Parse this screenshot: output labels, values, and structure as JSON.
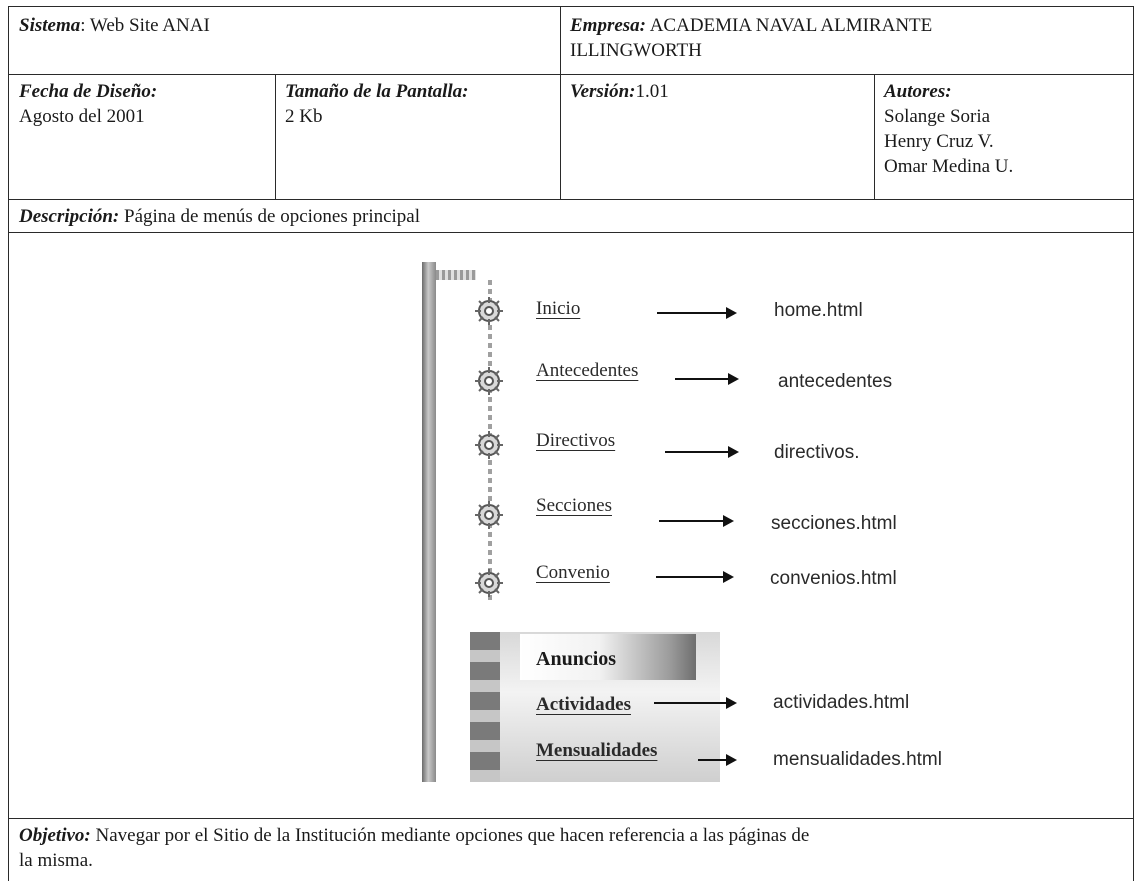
{
  "header": {
    "sistema": {
      "label": "Sistema",
      "value": ": Web Site ANAI"
    },
    "empresa": {
      "label": "Empresa:",
      "value": " ACADEMIA NAVAL ALMIRANTE",
      "value_line2": "ILLINGWORTH"
    }
  },
  "info": {
    "fecha": {
      "label": "Fecha de Diseño:",
      "value": "Agosto del 2001"
    },
    "tamano": {
      "label": "Tamaño de la Pantalla:",
      "value": "2 Kb"
    },
    "version": {
      "label": "Versión:",
      "value": "1.01"
    },
    "autores": {
      "label": "Autores:",
      "names": [
        "Solange Soria",
        "Henry Cruz V.",
        "Omar Medina U."
      ]
    }
  },
  "descripcion": {
    "label": "Descripción:",
    "value": " Página de menús de opciones principal"
  },
  "menu": {
    "items": [
      {
        "label": "Inicio",
        "target": "home.html"
      },
      {
        "label": "Antecedentes",
        "target": "antecedentes"
      },
      {
        "label": "Directivos",
        "target": "directivos."
      },
      {
        "label": "Secciones",
        "target": "secciones.html"
      },
      {
        "label": "Convenio",
        "target": "convenios.html"
      }
    ],
    "anuncios_label": "Anuncios",
    "sub_items": [
      {
        "label": "Actividades",
        "target": "actividades.html"
      },
      {
        "label": "Mensualidades",
        "target": "mensualidades.html"
      }
    ]
  },
  "objetivo": {
    "label": "Objetivo:",
    "value": " Navegar por el Sitio de la Institución mediante opciones que hacen referencia a las páginas de",
    "value_line2": "la misma."
  }
}
